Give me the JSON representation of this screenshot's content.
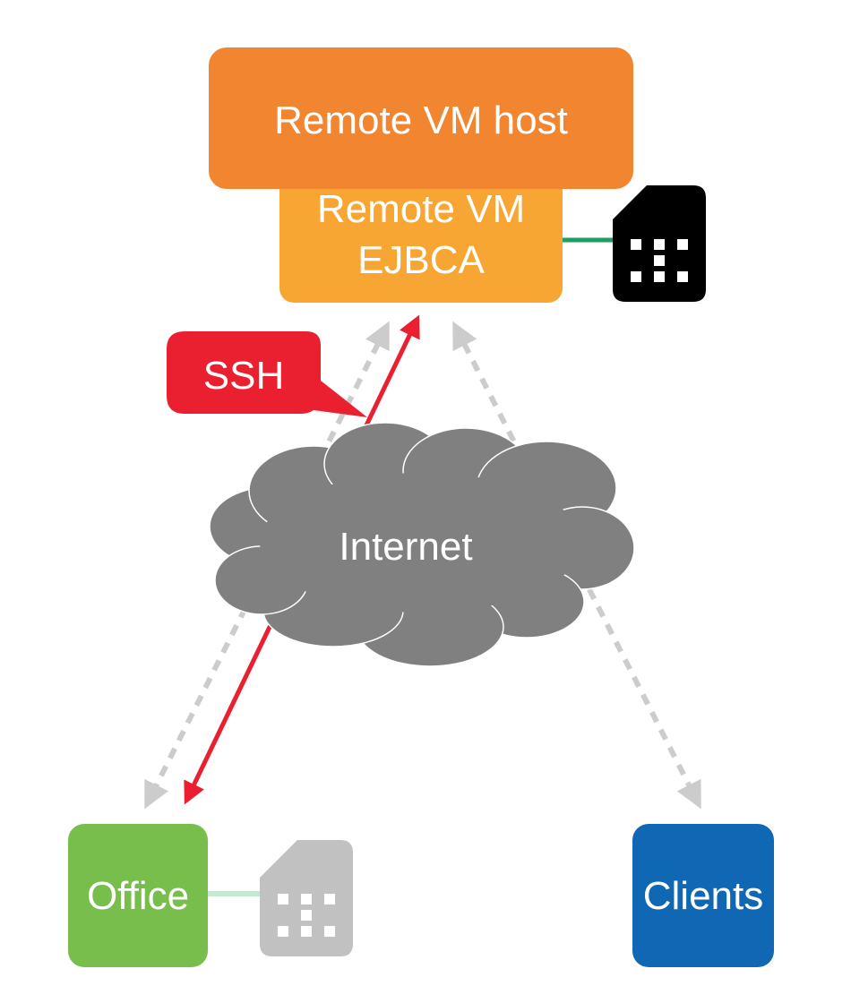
{
  "nodes": {
    "vm_host": {
      "label": "Remote VM host"
    },
    "vm": {
      "line1": "Remote VM",
      "line2": "EJBCA"
    },
    "internet": {
      "label": "Internet"
    },
    "office": {
      "label": "Office"
    },
    "clients": {
      "label": "Clients"
    },
    "ssh_callout": {
      "label": "SSH"
    }
  },
  "colors": {
    "vm_host": "#f2852f",
    "vm": "#f8a633",
    "internet": "#808080",
    "office": "#78be4c",
    "clients": "#1068b4",
    "ssh": "#ea1f2f",
    "dashed_arrow": "#cccccc",
    "hsm_active": "#000000",
    "hsm_inactive": "#c1c1c1",
    "link_active": "#1f9f5f",
    "link_inactive": "#c2ead0"
  },
  "icons": {
    "hsm_remote": "sim-card-icon",
    "hsm_office": "sim-card-icon"
  }
}
